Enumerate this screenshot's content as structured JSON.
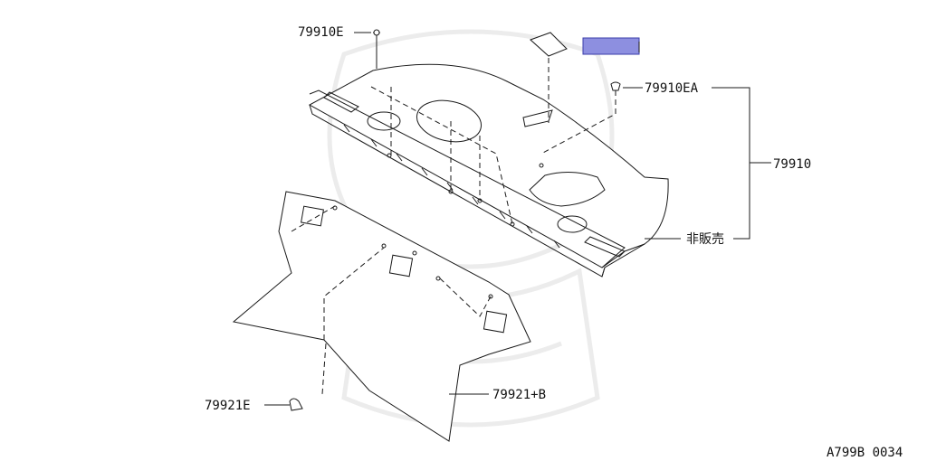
{
  "labels": {
    "clip_top": "79910E",
    "clip_right": "79910EA",
    "assembly": "79910",
    "not_sold": "非販売",
    "trim": "79921+B",
    "clip_bottom": "79921E"
  },
  "diagram_code": "A799B 0034",
  "colors": {
    "highlight_fill": "#8d8fe0",
    "highlight_stroke": "#3a3ca8",
    "line": "#1a1a1a"
  }
}
